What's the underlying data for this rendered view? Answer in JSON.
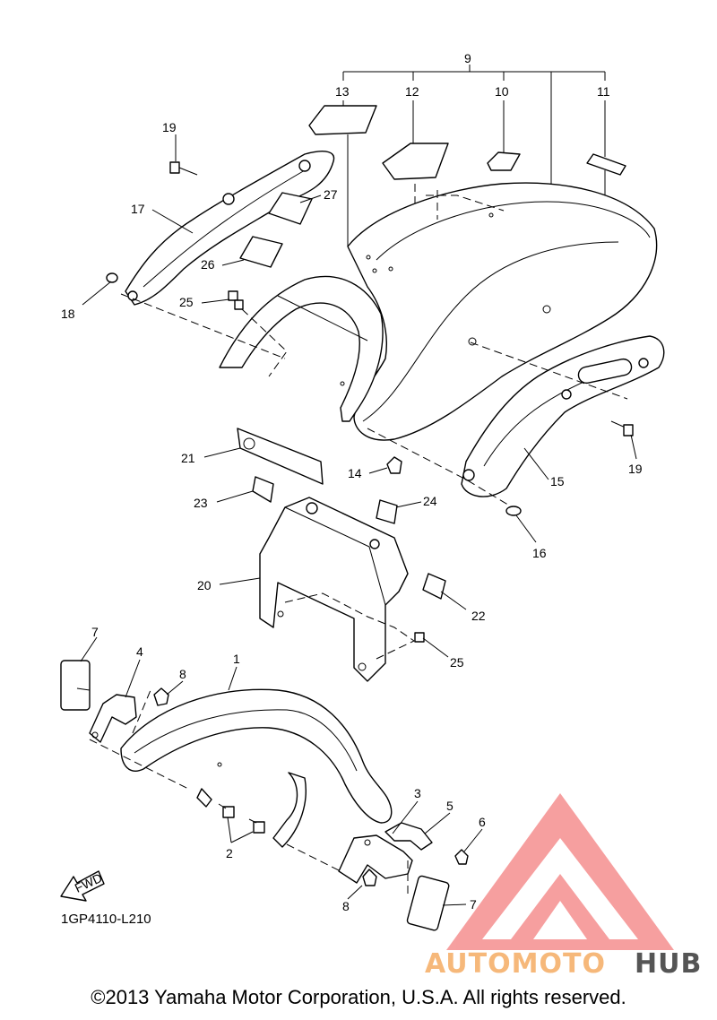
{
  "diagram_code": "1GP4110-L210",
  "fwd_label": "FWD",
  "copyright": "©2013 Yamaha Motor Corporation, U.S.A. All rights reserved.",
  "watermark": {
    "brand_part1": "AUTOMOTO",
    "brand_part2": "HUB",
    "color_primary": "#f58f8f",
    "color_secondary": "#f6b87a",
    "color_dark": "#555555"
  },
  "callouts": [
    {
      "id": "c1",
      "number": "1"
    },
    {
      "id": "c2",
      "number": "2"
    },
    {
      "id": "c3",
      "number": "3"
    },
    {
      "id": "c4",
      "number": "4"
    },
    {
      "id": "c5",
      "number": "5"
    },
    {
      "id": "c6",
      "number": "6"
    },
    {
      "id": "c7a",
      "number": "7"
    },
    {
      "id": "c7b",
      "number": "7"
    },
    {
      "id": "c8a",
      "number": "8"
    },
    {
      "id": "c8b",
      "number": "8"
    },
    {
      "id": "c9",
      "number": "9"
    },
    {
      "id": "c10",
      "number": "10"
    },
    {
      "id": "c11",
      "number": "11"
    },
    {
      "id": "c12",
      "number": "12"
    },
    {
      "id": "c13",
      "number": "13"
    },
    {
      "id": "c14",
      "number": "14"
    },
    {
      "id": "c15",
      "number": "15"
    },
    {
      "id": "c16",
      "number": "16"
    },
    {
      "id": "c17",
      "number": "17"
    },
    {
      "id": "c18",
      "number": "18"
    },
    {
      "id": "c19a",
      "number": "19"
    },
    {
      "id": "c19b",
      "number": "19"
    },
    {
      "id": "c20",
      "number": "20"
    },
    {
      "id": "c21",
      "number": "21"
    },
    {
      "id": "c22",
      "number": "22"
    },
    {
      "id": "c23",
      "number": "23"
    },
    {
      "id": "c24",
      "number": "24"
    },
    {
      "id": "c25a",
      "number": "25"
    },
    {
      "id": "c25b",
      "number": "25"
    },
    {
      "id": "c26",
      "number": "26"
    },
    {
      "id": "c27",
      "number": "27"
    }
  ]
}
